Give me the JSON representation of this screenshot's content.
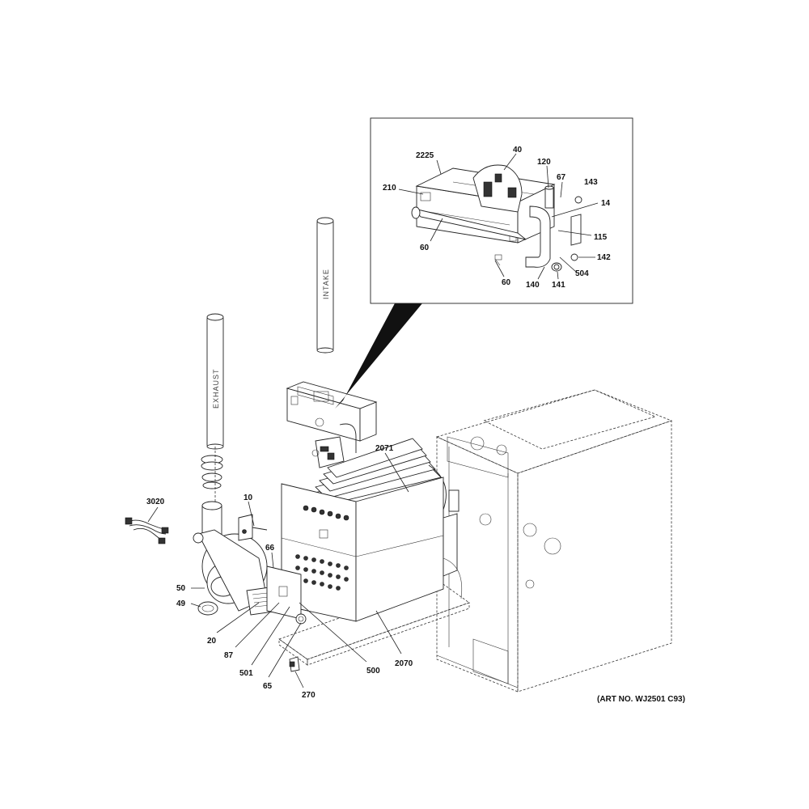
{
  "pipes": {
    "intake_label": "INTAKE",
    "exhaust_label": "EXHAUST"
  },
  "inset_callouts": {
    "c2225": "2225",
    "c40": "40",
    "c120": "120",
    "c67": "67",
    "c143": "143",
    "c210": "210",
    "c14": "14",
    "c115": "115",
    "c60a": "60",
    "c142": "142",
    "c504": "504",
    "c60b": "60",
    "c140": "140",
    "c141": "141"
  },
  "main_callouts": {
    "c2071": "2071",
    "c10": "10",
    "c3020": "3020",
    "c66": "66",
    "c50": "50",
    "c49": "49",
    "c20": "20",
    "c87": "87",
    "c501": "501",
    "c65": "65",
    "c500": "500",
    "c2070": "2070",
    "c270": "270"
  },
  "art_number": "(ART NO. WJ2501 C93)"
}
